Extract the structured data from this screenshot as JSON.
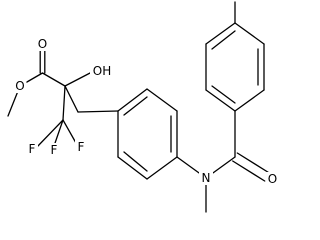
{
  "atoms": {
    "ester_carbonyl_o": "O",
    "ester_methoxy_o": "O",
    "hydroxyl": "OH",
    "fluorine_a": "F",
    "fluorine_b": "F",
    "fluorine_c": "F",
    "amine_n": "N",
    "amide_carbonyl_o": "O"
  }
}
